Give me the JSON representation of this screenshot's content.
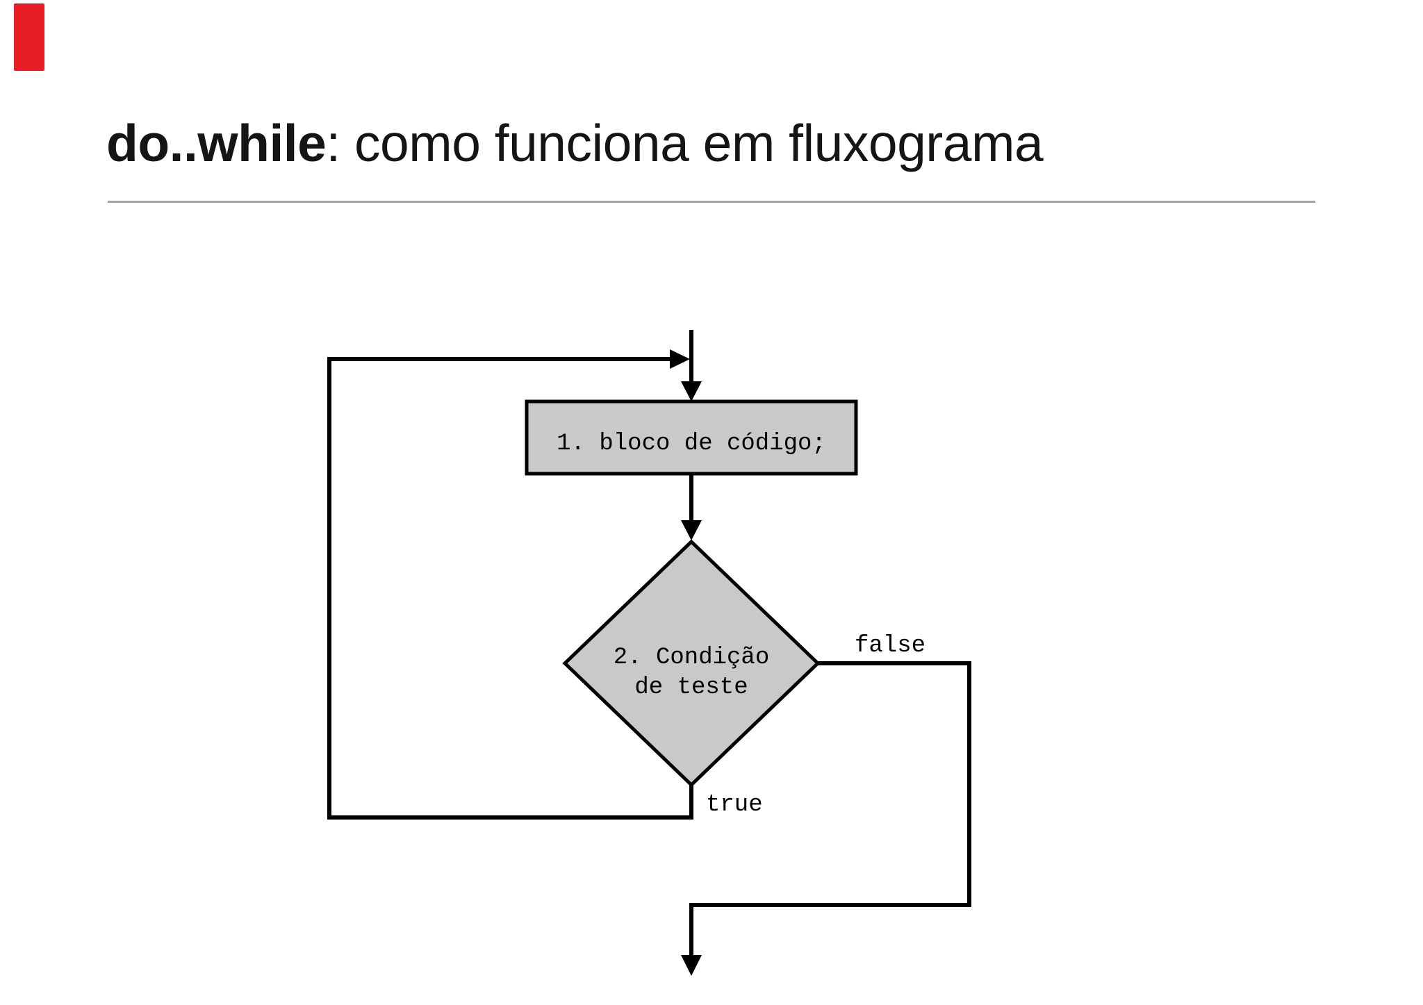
{
  "title": {
    "keyword": "do..while",
    "rest": ": como funciona em fluxograma"
  },
  "colors": {
    "accent_red": "#e91d25",
    "node_fill": "#c9c9c9",
    "node_stroke": "#000000",
    "line": "#000000",
    "divider_gray": "#a2a2a2",
    "title_text": "#151515"
  },
  "flowchart": {
    "process": {
      "label": "1. bloco de código;",
      "fill": "#c9c9c9",
      "stroke": "#000000"
    },
    "decision": {
      "label_line1": "2. Condição",
      "label_line2": "de teste",
      "fill": "#c9c9c9",
      "stroke": "#000000"
    },
    "branches": {
      "false_label": "false",
      "true_label": "true"
    }
  }
}
